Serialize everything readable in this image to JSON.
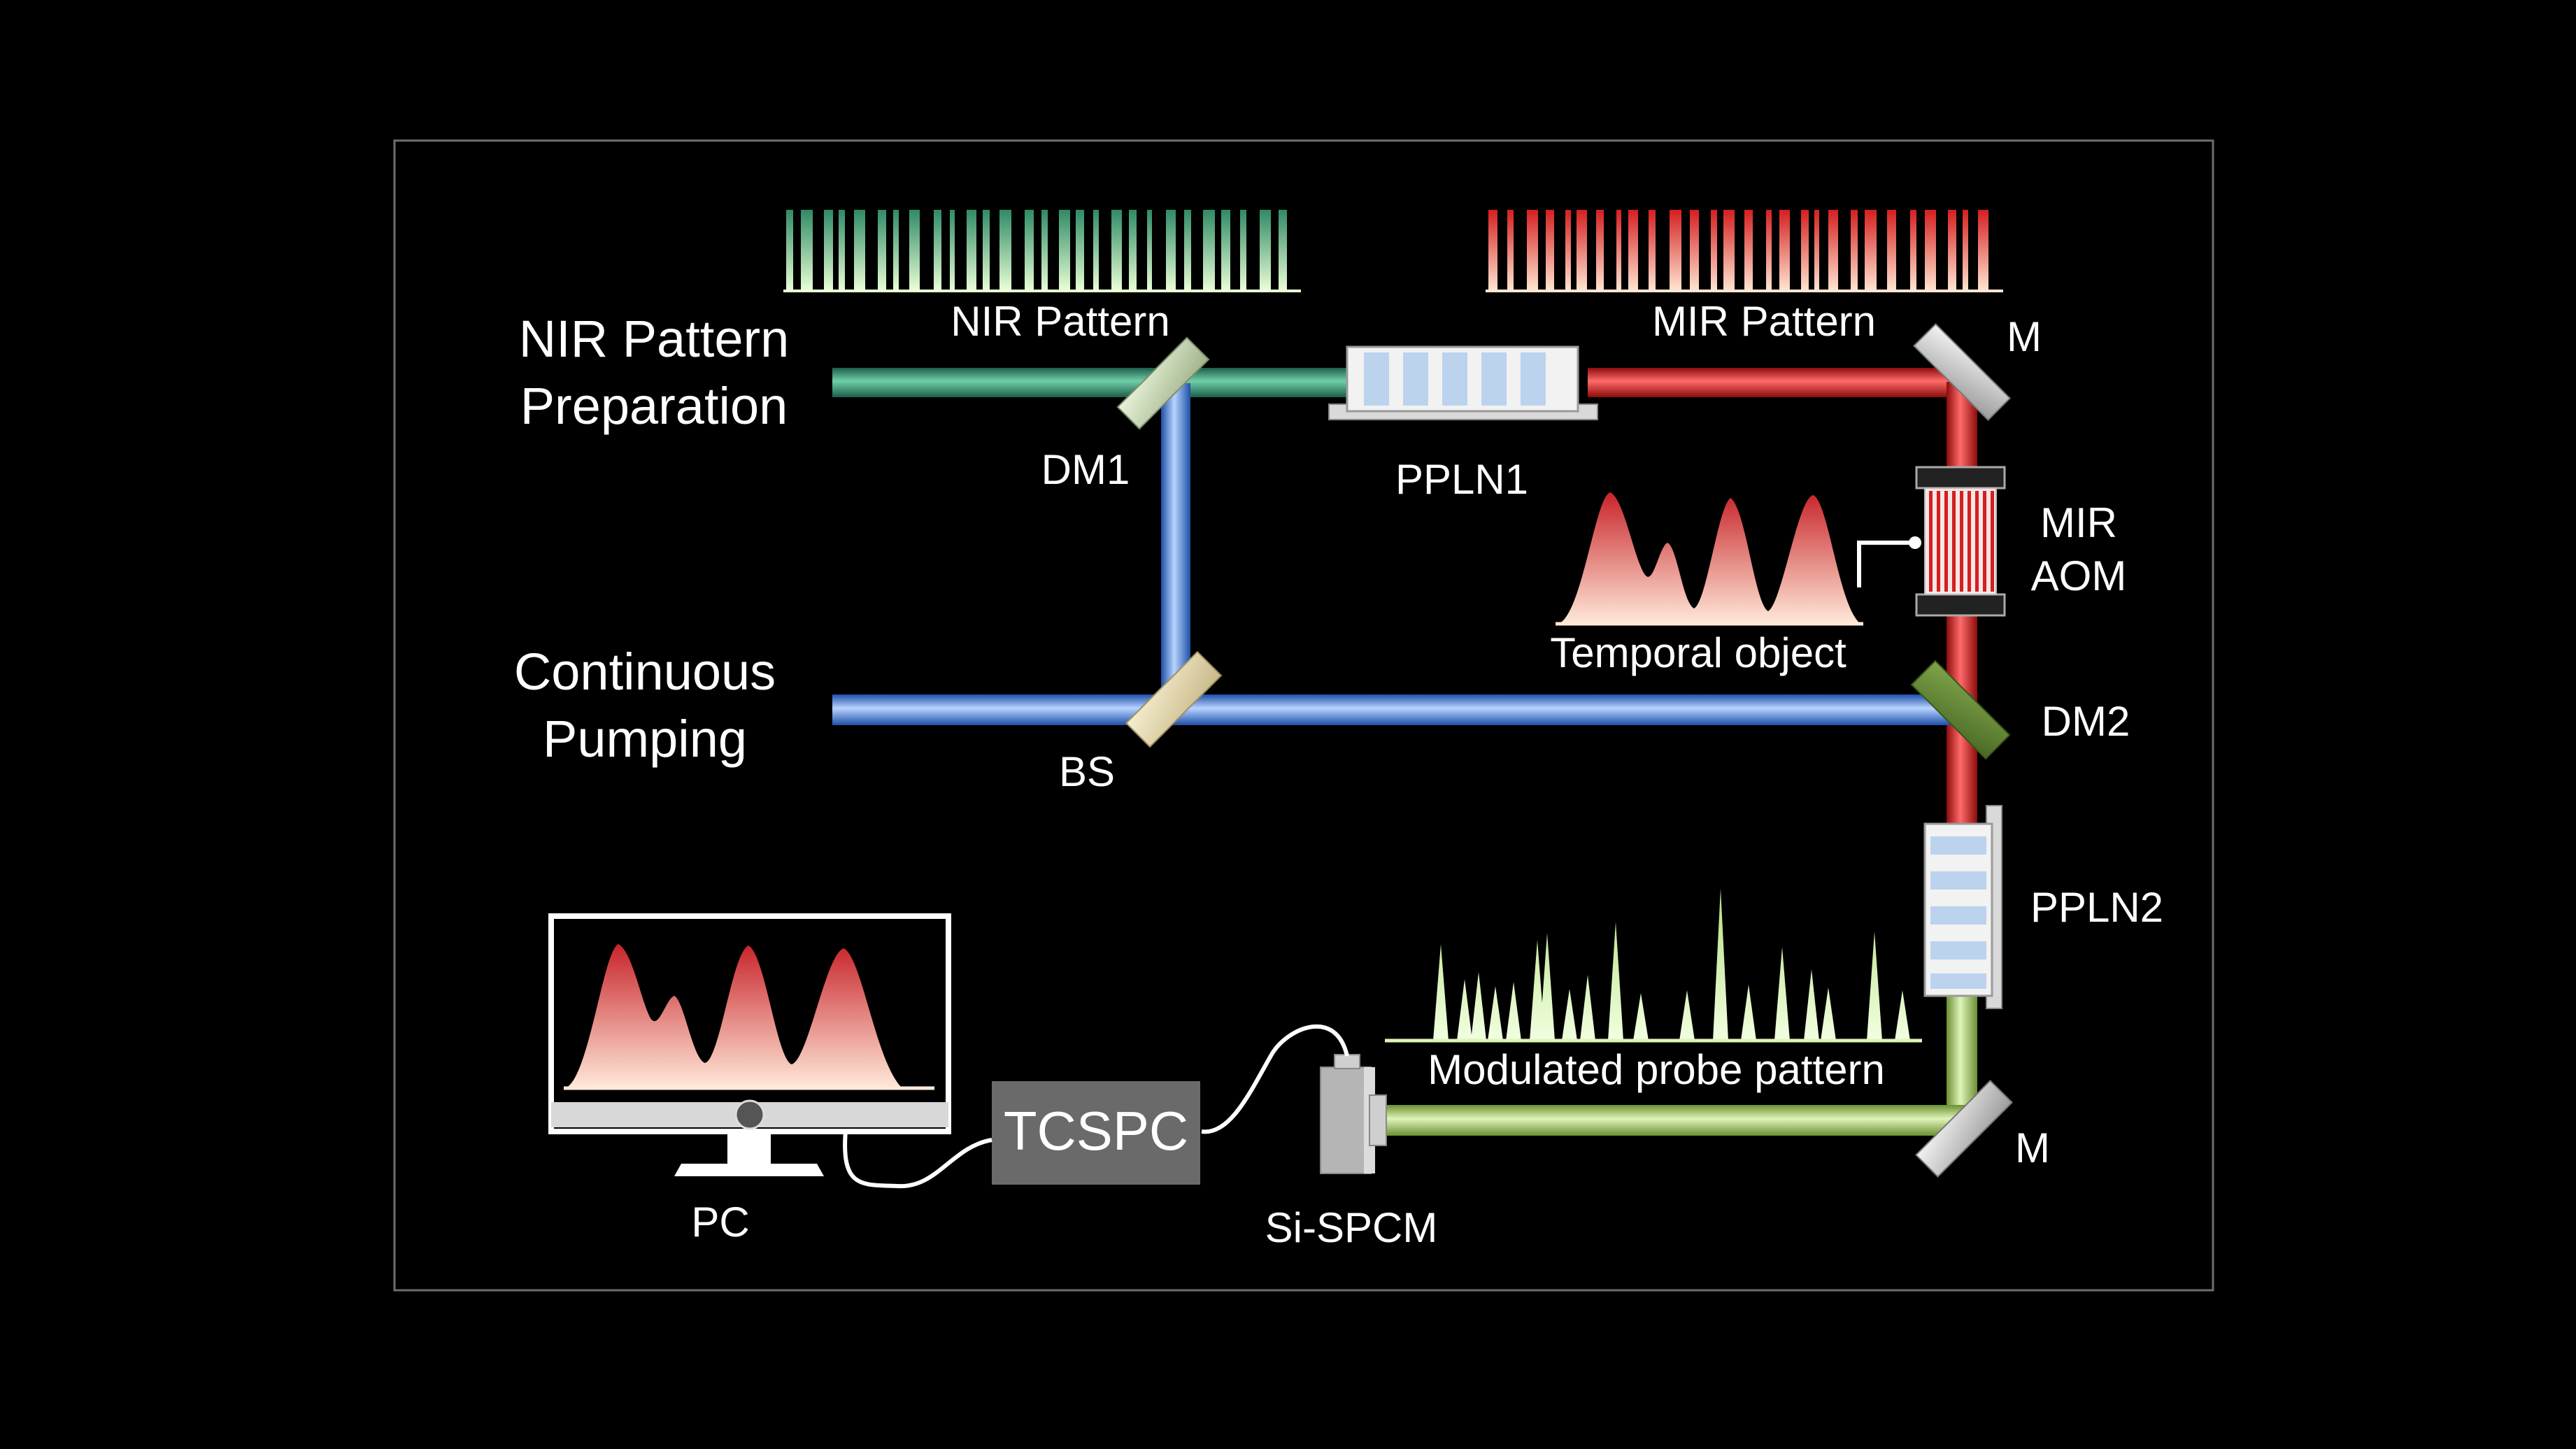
{
  "labels": {
    "nir_preparation_line1": "NIR Pattern",
    "nir_preparation_line2": "Preparation",
    "continuous_line1": "Continuous",
    "continuous_line2": "Pumping",
    "nir_pattern": "NIR Pattern",
    "mir_pattern": "MIR Pattern",
    "mirror_top": "M",
    "mirror_bottom": "M",
    "dm1": "DM1",
    "dm2": "DM2",
    "bs": "BS",
    "ppln1": "PPLN1",
    "ppln2": "PPLN2",
    "mir_aom_line1": "MIR",
    "mir_aom_line2": "AOM",
    "temporal_object": "Temporal object",
    "modulated_probe": "Modulated probe pattern",
    "tcspc": "TCSPC",
    "si_spcm": "Si-SPCM",
    "pc": "PC"
  },
  "colors": {
    "background": "#000000",
    "frame": "#6e6e6e",
    "nir_beam": "#2e8b6e",
    "pump_beam": "#2f6fd6",
    "mir_beam": "#d41f1f",
    "probe_beam": "#9cc25a",
    "tcspc_box": "#6a6a6a"
  }
}
